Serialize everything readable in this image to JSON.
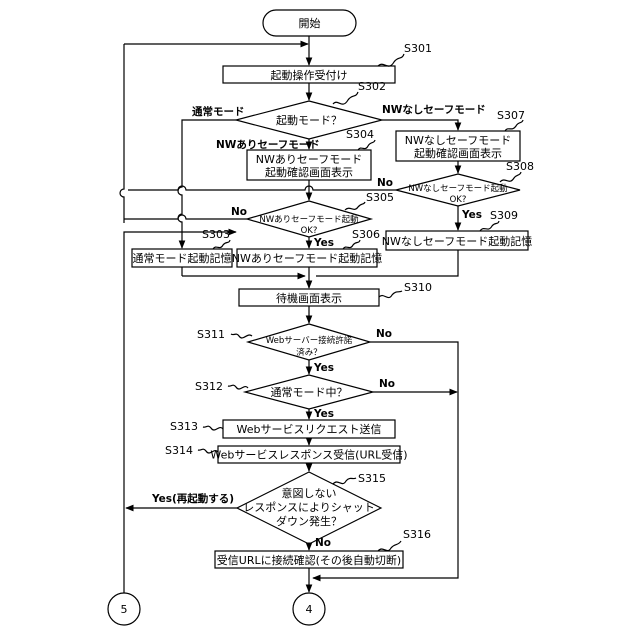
{
  "start": "開始",
  "steps": {
    "s301": {
      "text": "起動操作受付け",
      "label": "S301"
    },
    "s302": {
      "text": "起動モード？",
      "label": "S302"
    },
    "s303": {
      "text": "通常モード起動記憶",
      "label": "S303"
    },
    "s304": {
      "line1": "NWありセーフモード",
      "line2": "起動確認画面表示",
      "label": "S304"
    },
    "s305": {
      "line1": "NWありセーフモード起動",
      "line2": "OK?",
      "label": "S305"
    },
    "s306": {
      "text": "NWありセーフモード起動記憶",
      "label": "S306"
    },
    "s307": {
      "line1": "NWなしセーフモード",
      "line2": "起動確認画面表示",
      "label": "S307"
    },
    "s308": {
      "line1": "NWなしセーフモード起動",
      "line2": "OK?",
      "label": "S308"
    },
    "s309": {
      "text": "NWなしセーフモード起動記憶",
      "label": "S309"
    },
    "s310": {
      "text": "待機画面表示",
      "label": "S310"
    },
    "s311": {
      "line1": "Webサーバー接続許諾",
      "line2": "済み？",
      "label": "S311"
    },
    "s312": {
      "text": "通常モード中？",
      "label": "S312"
    },
    "s313": {
      "text": "Webサービスリクエスト送信",
      "label": "S313"
    },
    "s314": {
      "text": "Webサービスレスポンス受信(URL受信)",
      "label": "S314"
    },
    "s315": {
      "line1": "意図しない",
      "line2": "レスポンスによりシャット",
      "line3": "ダウン発生？",
      "label": "S315"
    },
    "s316": {
      "text": "受信URLに接続確認(その後自動切断)",
      "label": "S316"
    }
  },
  "branches": {
    "normal_mode": "通常モード",
    "nw_on_safe": "NWありセーフモード",
    "nw_off_safe": "NWなしセーフモード",
    "no": "No",
    "yes": "Yes",
    "yes_restart": "Yes(再起動する)"
  },
  "connectors": {
    "c5": "5",
    "c4": "4"
  }
}
